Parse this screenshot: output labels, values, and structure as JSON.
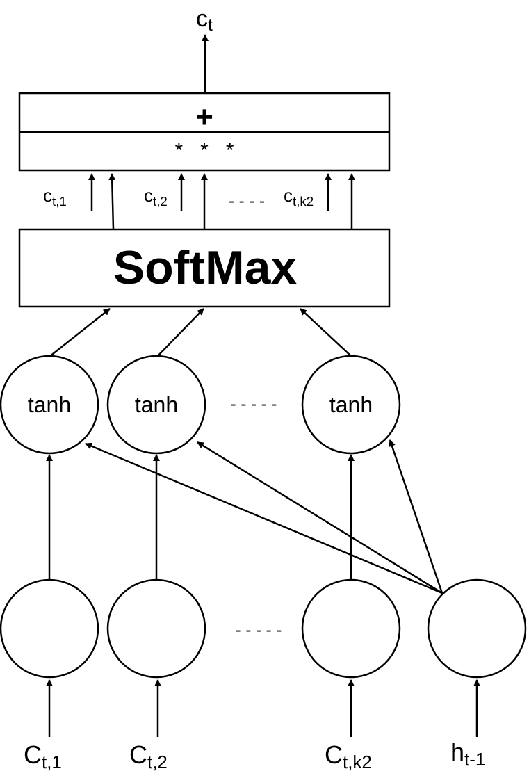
{
  "output": {
    "main": "c",
    "sub": "t"
  },
  "combine_box": {
    "plus": "+",
    "stars": "*   *   *"
  },
  "weights": [
    {
      "main": "c",
      "sub": "t,1"
    },
    {
      "main": "c",
      "sub": "t,2"
    },
    {
      "main": "c",
      "sub": "t,k2"
    }
  ],
  "weights_ellipsis": "- - - -",
  "softmax_label": "SoftMax",
  "tanh_nodes": [
    "tanh",
    "tanh",
    "tanh"
  ],
  "tanh_ellipsis": "- - - - -",
  "input_ellipsis": "- - - - -",
  "inputs": [
    {
      "main": "C",
      "sub": "t,1"
    },
    {
      "main": "C",
      "sub": "t,2"
    },
    {
      "main": "C",
      "sub": "t,k2"
    },
    {
      "main": "h",
      "sub": "t-1"
    }
  ]
}
